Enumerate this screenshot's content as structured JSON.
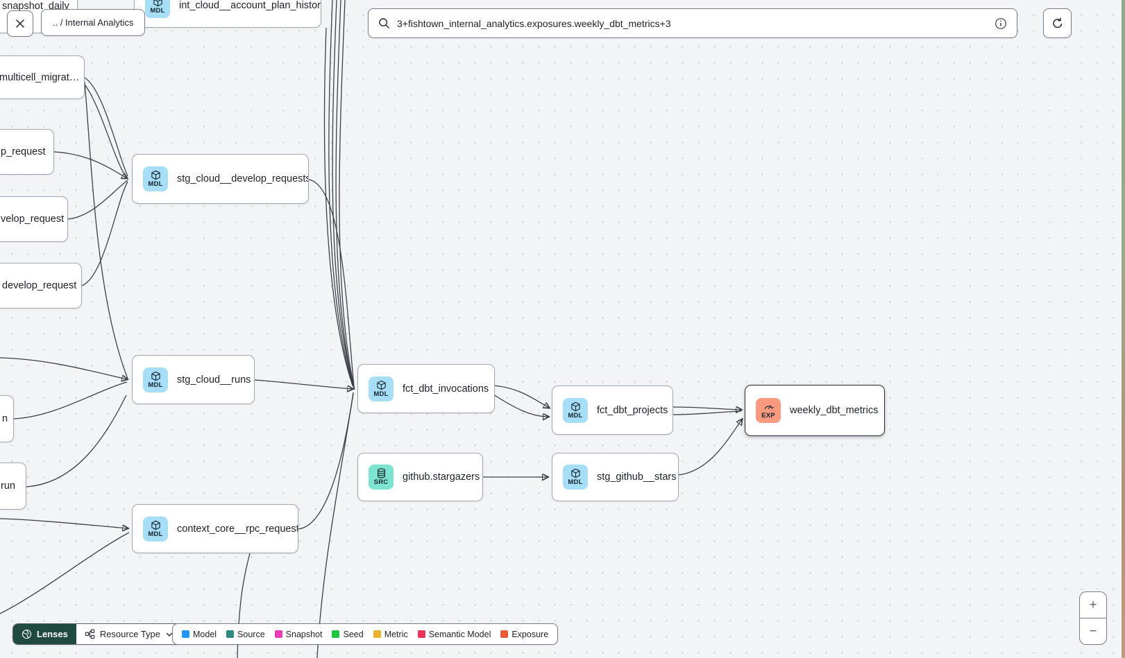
{
  "header": {
    "breadcrumb": ".. / Internal Analytics",
    "search_value": "3+fishtown_internal_analytics.exposures.weekly_dbt_metrics+3"
  },
  "toolbar": {
    "lenses": "Lenses",
    "resource_type": "Resource Type"
  },
  "legend": {
    "items": [
      {
        "label": "Model",
        "color": "#2196f3"
      },
      {
        "label": "Source",
        "color": "#2f8a80"
      },
      {
        "label": "Snapshot",
        "color": "#e93cb5"
      },
      {
        "label": "Seed",
        "color": "#22c53e"
      },
      {
        "label": "Metric",
        "color": "#eeb12f"
      },
      {
        "label": "Semantic Model",
        "color": "#e8355a"
      },
      {
        "label": "Exposure",
        "color": "#ed5c38"
      }
    ]
  },
  "zoom": {
    "in": "+",
    "out": "−"
  },
  "colors": {
    "model_badge": "#a6def8",
    "source_badge": "#7de4cf",
    "exposure_badge": "#f9997f",
    "selected_border": "#23272e"
  },
  "nodes": [
    {
      "label": "snapshot_daily",
      "type": "partial"
    },
    {
      "label": "int_cloud__account_plan_history",
      "badge": "MDL",
      "type": "model"
    },
    {
      "label": "multicell_migrat…",
      "type": "partial"
    },
    {
      "label": "p_request",
      "type": "partial"
    },
    {
      "label": "velop_request",
      "type": "partial"
    },
    {
      "label": "develop_request",
      "type": "partial"
    },
    {
      "label": "stg_cloud__develop_requests",
      "badge": "MDL",
      "type": "model"
    },
    {
      "label": "stg_cloud__runs",
      "badge": "MDL",
      "type": "model"
    },
    {
      "label": "n",
      "type": "partial"
    },
    {
      "label": "run",
      "type": "partial"
    },
    {
      "label": "context_core__rpc_request",
      "badge": "MDL",
      "type": "model"
    },
    {
      "label": "fct_dbt_invocations",
      "badge": "MDL",
      "type": "model"
    },
    {
      "label": "fct_dbt_projects",
      "badge": "MDL",
      "type": "model"
    },
    {
      "label": "github.stargazers",
      "badge": "SRC",
      "type": "source"
    },
    {
      "label": "stg_github__stars",
      "badge": "MDL",
      "type": "model"
    },
    {
      "label": "weekly_dbt_metrics",
      "badge": "EXP",
      "type": "exposure",
      "selected": true
    }
  ]
}
